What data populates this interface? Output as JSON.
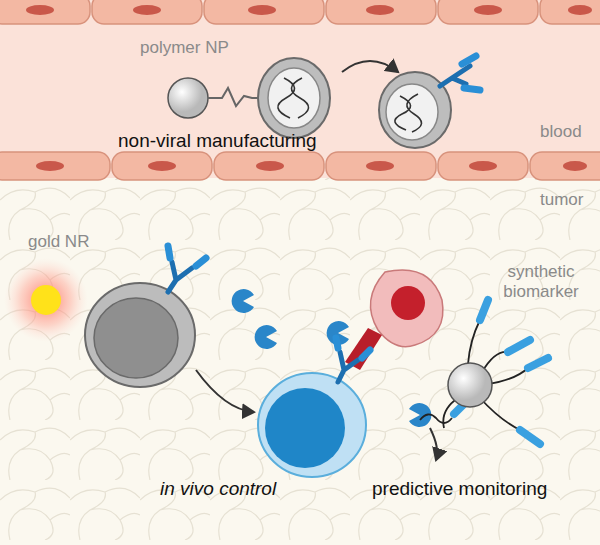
{
  "diagram": {
    "labels": [
      "polymer NP",
      "non-viral manufacturing",
      "blood",
      "tumor",
      "gold NR",
      "synthetic biomarker",
      "in vivo control",
      "predictive monitoring"
    ]
  }
}
